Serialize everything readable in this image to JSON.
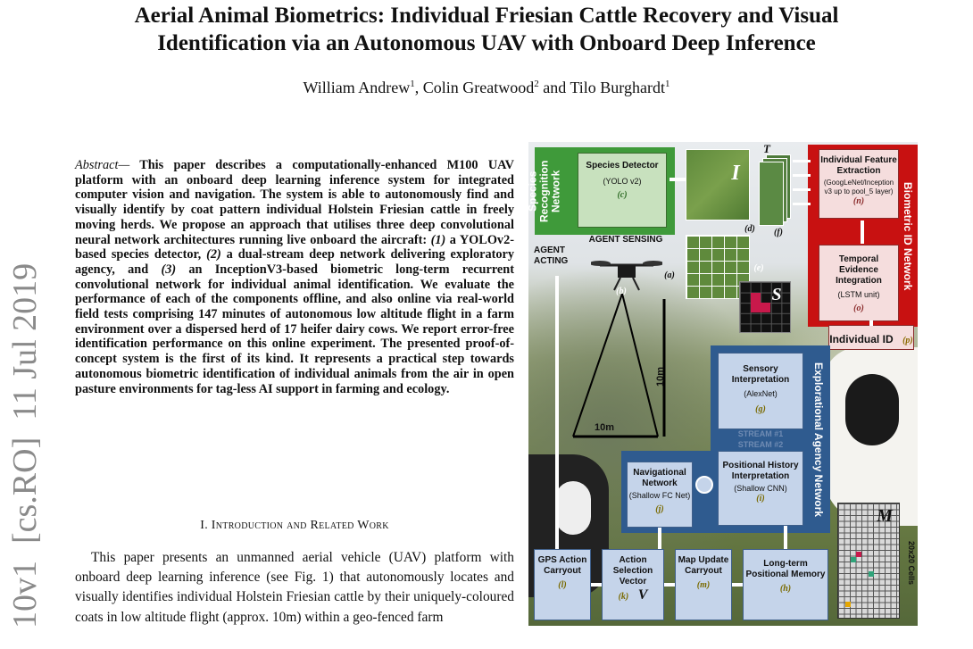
{
  "paper": {
    "title_line1": "Aerial Animal Biometrics: Individual Friesian Cattle Recovery and Visual",
    "title_line2": "Identification via an Autonomous UAV with Onboard Deep Inference",
    "author1": "William Andrew",
    "author1_sup": "1",
    "author2": "Colin Greatwood",
    "author2_sup": "2",
    "author3": "Tilo Burghardt",
    "author3_sup": "1",
    "sep_comma": ", ",
    "sep_and": " and ",
    "arxiv_stamp": "10v1  [cs.RO]  11 Jul 2019"
  },
  "abstract": {
    "lead": "Abstract",
    "dash": "—",
    "text1": " This paper describes a computationally-enhanced M100 UAV platform with an onboard deep learning inference system for integrated computer vision and navigation. The system is able to autonomously find and visually identify by coat pattern individual Holstein Friesian cattle in freely moving herds. We propose an approach that utilises three deep convolutional neural network architectures running live onboard the aircraft: ",
    "i1": "(1)",
    "text2": " a YOLOv2-based species detector, ",
    "i2": "(2)",
    "text3": " a dual-stream deep network delivering exploratory agency, and ",
    "i3": "(3)",
    "text4": " an InceptionV3-based biometric long-term recurrent convolutional network for individual animal identification. We evaluate the performance of each of the components offline, and also online via real-world field tests comprising 147 minutes of autonomous low altitude flight in a farm environment over a dispersed herd of 17 heifer dairy cows. We report error-free identification performance on this online experiment. The presented proof-of-concept system is the first of its kind. It represents a practical step towards autonomous biometric identification of individual animals from the air in open pasture environments for tag-less AI support in farming and ecology."
  },
  "section": {
    "heading": "I. Introduction and Related Work"
  },
  "intro": {
    "text": "This paper presents an unmanned aerial vehicle (UAV) platform with onboard deep learning inference (see Fig. 1) that autonomously locates and visually identifies individual Holstein Friesian cattle by their uniquely-coloured coats in low altitude flight (approx. 10m) within a geo-fenced farm"
  },
  "figure": {
    "species_net": "Species Recognition Network",
    "species_detector": "Species Detector",
    "yolo": "(YOLO v2)",
    "code_c": "(c)",
    "agent_sensing": "AGENT SENSING",
    "agent_acting": "AGENT ACTING",
    "I": "I",
    "T": "T",
    "code_a": "(a)",
    "code_b": "(b)",
    "code_d": "(d)",
    "code_e": "(e)",
    "code_f": "(f)",
    "S": "S",
    "feat_title": "Individual Feature Extraction",
    "feat_sub": "(GoogLeNet/Inception v3 up to pool_5 layer)",
    "code_n": "(n)",
    "biometric_net": "Biometric ID Network",
    "temporal_title": "Temporal Evidence Integration",
    "temporal_sub": "(LSTM unit)",
    "code_o": "(o)",
    "individual_id": "Individual ID",
    "code_p": "(p)",
    "ten_m_v": "10m",
    "ten_m_h": "10m",
    "sensory_title": "Sensory Interpretation",
    "sensory_sub": "(AlexNet)",
    "code_g": "(g)",
    "stream1": "STREAM #1",
    "stream2": "STREAM #2",
    "exploratory_net": "Explorational Agency Network",
    "positional_title": "Positional History Interpretation",
    "positional_sub": "(Shallow CNN)",
    "code_i": "(i)",
    "nav_title": "Navigational Network",
    "nav_sub": "(Shallow FC Net)",
    "code_j": "(j)",
    "gps_title": "GPS Action Carryout",
    "code_l": "(l)",
    "action_title": "Action Selection Vector",
    "code_k": "(k)",
    "V": "V",
    "map_title": "Map Update Carryout",
    "code_m": "(m)",
    "memory_title": "Long-term Positional Memory",
    "code_h": "(h)",
    "M": "M",
    "cells": "20x20 Cells"
  },
  "colors": {
    "green_dark": "#3f9a3a",
    "red_dark": "#c81111",
    "blue_dark": "#2f5b8f",
    "blue_light": "#c5d4ea"
  }
}
